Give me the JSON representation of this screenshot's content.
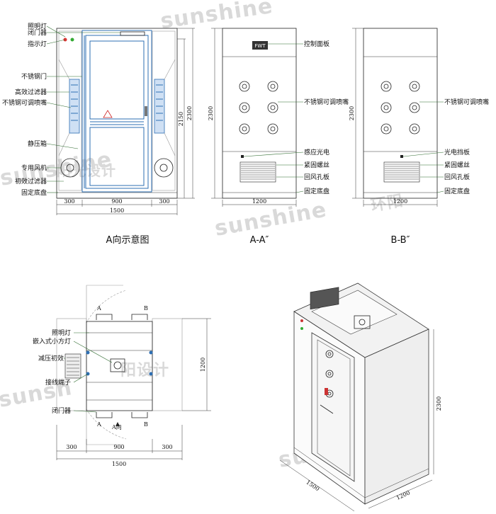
{
  "watermark": {
    "brand": "sunshine",
    "cn": "阳光设计",
    "cn_short": "阳设计",
    "cn_alt": "环阳",
    "partial": "sunshir",
    "partial2": "sunsh"
  },
  "front_view": {
    "caption": "A向示意图",
    "labels": [
      "照明灯",
      "闭门器",
      "指示灯",
      "不锈钢门",
      "高效过滤器",
      "不锈钢可调喷嘴",
      "静压箱",
      "专用风机",
      "初效过滤器",
      "固定底盘"
    ],
    "dims": {
      "h_inner": "2150",
      "h_total": "2300",
      "w_left": "300",
      "w_mid": "900",
      "w_right": "300",
      "w_total": "1500"
    }
  },
  "section_a": {
    "caption": "A-A″",
    "labels": [
      "控制面板",
      "不锈钢可调喷嘴",
      "感应光电",
      "紧固螺丝",
      "回风孔板",
      "固定底盘"
    ],
    "dims": {
      "height": "2300",
      "width": "1200"
    }
  },
  "section_b": {
    "caption": "B-B″",
    "labels": [
      "不锈钢可调喷嘴",
      "光电挡板",
      "紧固螺丝",
      "回风孔板",
      "固定底盘"
    ],
    "dims": {
      "height": "2300",
      "width": "1200"
    }
  },
  "plan_view": {
    "labels": [
      "照明灯",
      "嵌入式小方灯",
      "减压初效",
      "接线端子",
      "闭门器"
    ],
    "markers": {
      "a_top": "A",
      "b_top": "B",
      "a_bottom": "A",
      "b_bottom": "B",
      "a_dir": "A向"
    },
    "dims": {
      "depth": "1200",
      "w_left": "300",
      "w_mid": "900",
      "w_right": "300",
      "w_total": "1500"
    }
  },
  "iso_view": {
    "dims": {
      "height": "2300",
      "width": "1500",
      "depth": "1200"
    }
  }
}
